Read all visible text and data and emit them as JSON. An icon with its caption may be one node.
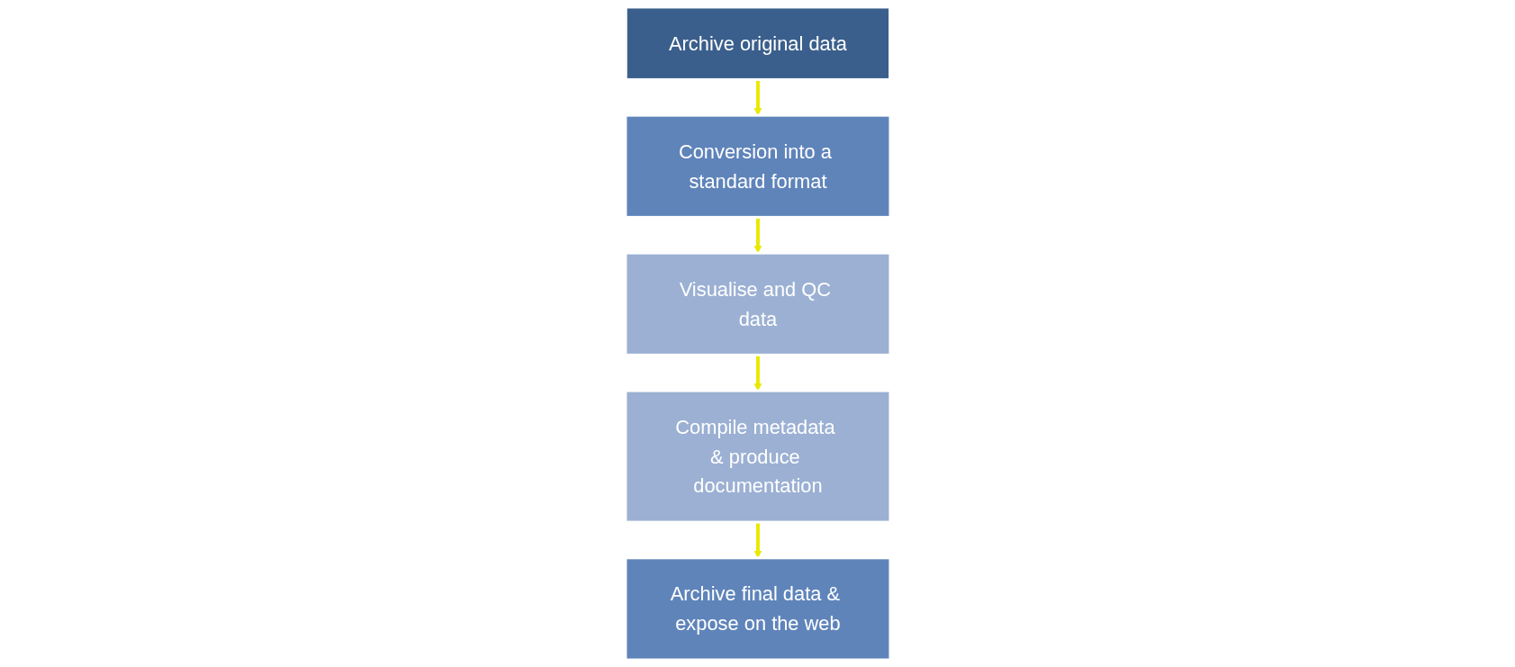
{
  "diagram": {
    "nodes": [
      {
        "text": [
          "Archive original data"
        ]
      },
      {
        "text": [
          "Conversion into a standard format"
        ]
      },
      {
        "text": [
          "Visualise and QC data"
        ]
      },
      {
        "text": [
          "Compile metadata & produce documentation"
        ]
      },
      {
        "text": [
          "Archive final data & expose on the web"
        ]
      }
    ],
    "edges": [
      {
        "from": 0,
        "to": 1,
        "arrow": "to"
      },
      {
        "from": 1,
        "to": 2,
        "arrow": "to"
      },
      {
        "from": 2,
        "to": 3,
        "arrow": "to"
      },
      {
        "from": 3,
        "to": 4,
        "arrow": "to"
      }
    ]
  }
}
